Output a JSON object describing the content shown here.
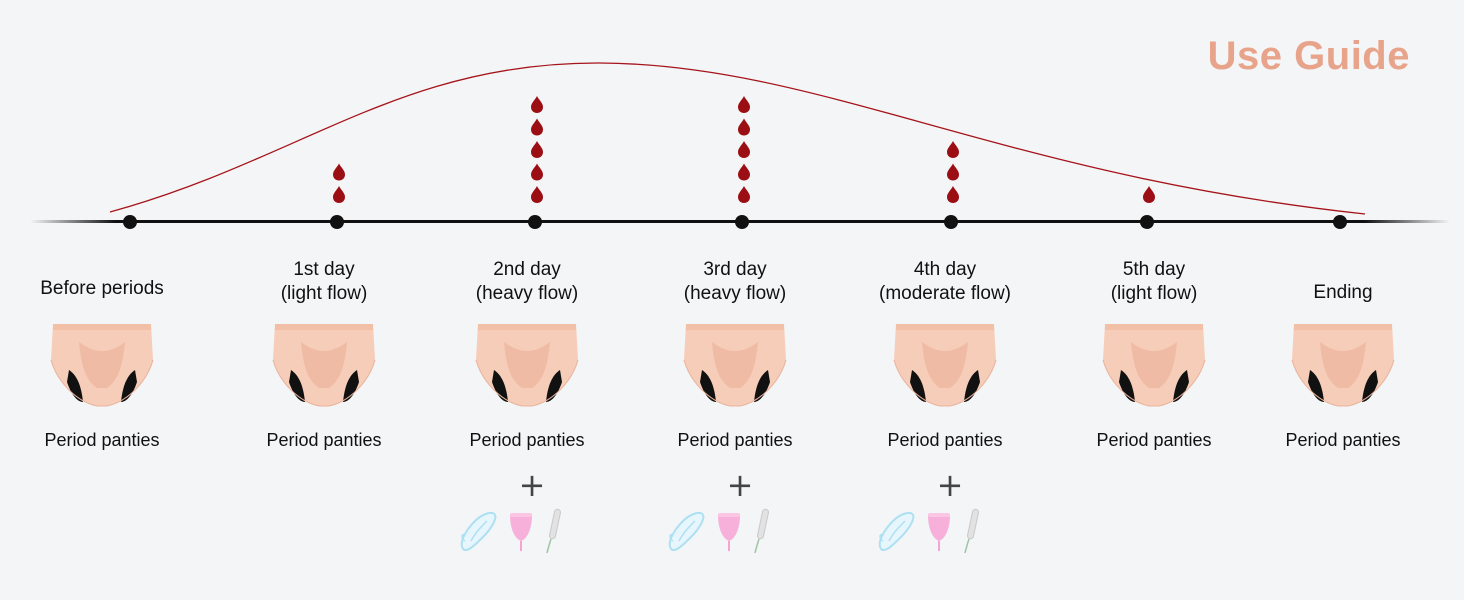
{
  "title": "Use Guide",
  "colors": {
    "title": "#e8a48a",
    "blood": "#9b0f14",
    "curve": "#a5141a",
    "timeline": "#111111",
    "panty_skin": "#f6cdb8",
    "panty_gusset": "#111111",
    "pad": "#aee0f2",
    "cup": "#f7a3d3",
    "tampon": "#e2e2e2"
  },
  "stages": [
    {
      "id": "before",
      "label_lines": [
        "Before periods"
      ],
      "drops": 0,
      "product": "Period panties",
      "extras": false
    },
    {
      "id": "day1",
      "label_lines": [
        "1st day",
        "(light flow)"
      ],
      "drops": 2,
      "product": "Period panties",
      "extras": false
    },
    {
      "id": "day2",
      "label_lines": [
        "2nd day",
        "(heavy flow)"
      ],
      "drops": 5,
      "product": "Period panties",
      "extras": true
    },
    {
      "id": "day3",
      "label_lines": [
        "3rd day",
        "(heavy flow)"
      ],
      "drops": 5,
      "product": "Period panties",
      "extras": true
    },
    {
      "id": "day4",
      "label_lines": [
        "4th day",
        "(moderate flow)"
      ],
      "drops": 3,
      "product": "Period panties",
      "extras": true
    },
    {
      "id": "day5",
      "label_lines": [
        "5th day",
        "(light flow)"
      ],
      "drops": 1,
      "product": "Period panties",
      "extras": false
    },
    {
      "id": "ending",
      "label_lines": [
        "Ending"
      ],
      "drops": 0,
      "product": "Period panties",
      "extras": false
    }
  ],
  "plus_symbol": "+",
  "extras_icons": [
    "pad-icon",
    "menstrual-cup-icon",
    "tampon-icon"
  ]
}
